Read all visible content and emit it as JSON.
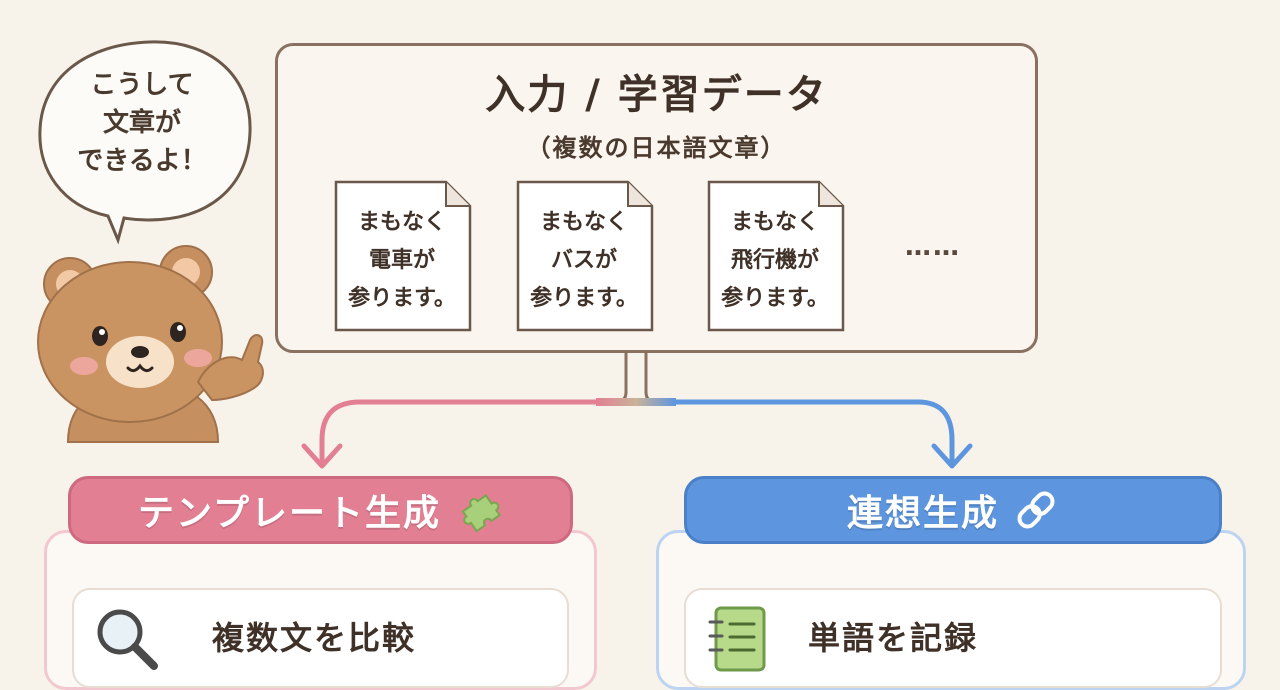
{
  "speech_bubble": {
    "lines": [
      "こうして",
      "文章が",
      "できるよ！"
    ]
  },
  "input": {
    "title": "入力 / 学習データ",
    "subtitle": "（複数の日本語文章）",
    "documents": [
      {
        "lines": [
          "まもなく",
          "電車が",
          "参ります。"
        ]
      },
      {
        "lines": [
          "まもなく",
          "バスが",
          "参ります。"
        ]
      },
      {
        "lines": [
          "まもなく",
          "飛行機が",
          "参ります。"
        ]
      }
    ],
    "ellipsis": "……"
  },
  "branches": {
    "left": {
      "title": "テンプレート生成",
      "icon": "puzzle-icon",
      "color": "#e27f93",
      "step_label": "複数文を比較",
      "step_icon": "magnifier-icon"
    },
    "right": {
      "title": "連想生成",
      "icon": "link-icon",
      "color": "#5d96de",
      "step_label": "単語を記録",
      "step_icon": "notebook-icon"
    }
  }
}
